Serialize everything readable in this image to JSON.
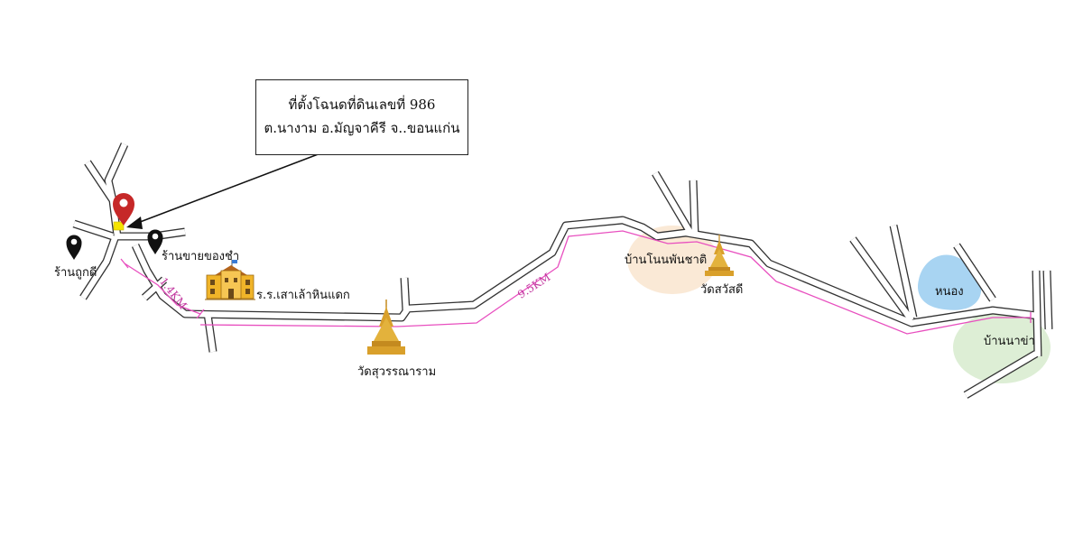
{
  "callout": {
    "line1": "ที่ตั้งโฉนดที่ดินเลขที่ 986",
    "line2": "ต.นางาม อ.มัญจาคีรี จ..ขอนแก่น"
  },
  "places": {
    "shop_left": "ร้านถูกดี",
    "shop_right": "ร้านขายของชำ",
    "school": "ร.ร.เสาเล้าหินแดก",
    "temple1": "วัดสุวรรณาราม",
    "village1": "บ้านโนนพันชาติ",
    "temple2": "วัดสวัสดี",
    "pond": "หนอง",
    "village2": "บ้านนาข่า"
  },
  "distances": {
    "leg1": "1.4KM",
    "leg2": "9.5KM"
  },
  "colors": {
    "route": "#e84fbf",
    "main_pin": "#c62828",
    "site_marker": "#f5e400",
    "pond": "#a8d4f2",
    "village1_zone": "#f9e4cc",
    "village2_zone": "#d9ecd0",
    "stupa": "#d9a02b"
  },
  "icons": [
    "location-pin-icon",
    "school-building-icon",
    "stupa-icon"
  ]
}
